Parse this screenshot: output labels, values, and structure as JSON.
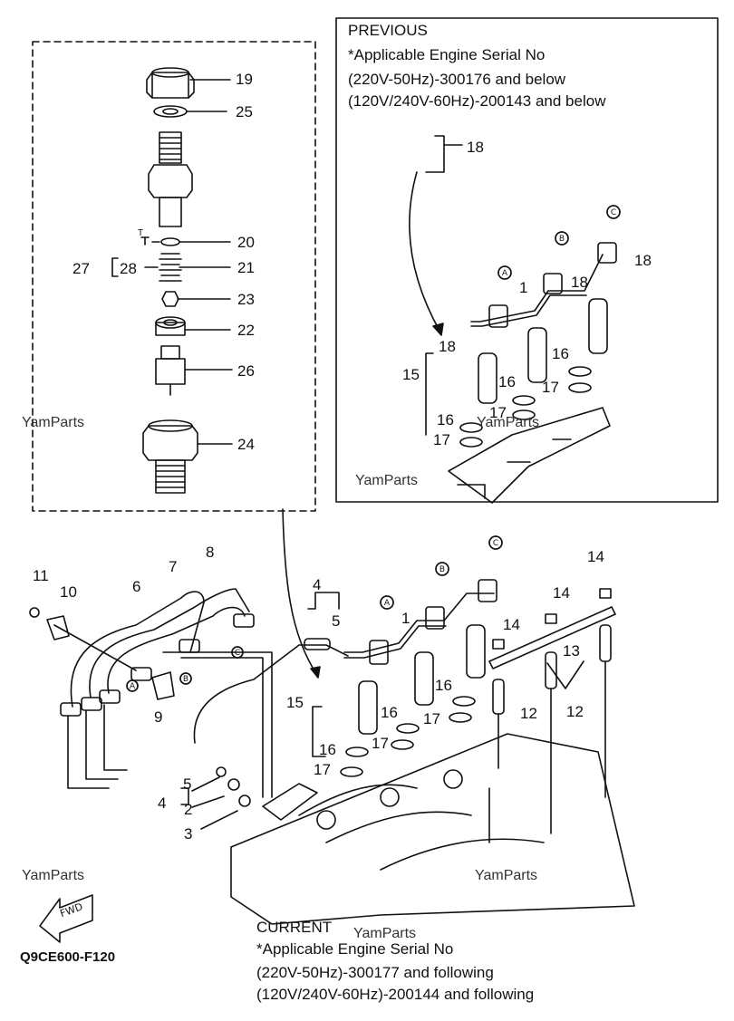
{
  "previous_box": {
    "heading": "PREVIOUS",
    "lines": [
      "*Applicable Engine Serial No",
      "(220V-50Hz)-300176 and below",
      "(120V/240V-60Hz)-200143 and below"
    ]
  },
  "current_box": {
    "heading": "CURRENT",
    "lines": [
      "*Applicable Engine Serial No",
      "(220V-50Hz)-300177 and following",
      "(120V/240V-60Hz)-200144 and following"
    ]
  },
  "diagram_code": "Q9CE600-F120",
  "fwd_label": "FWD",
  "watermark": "YamParts",
  "pipe_markers": [
    "A",
    "B",
    "C"
  ],
  "detail_labels": {
    "nut": "19",
    "washer": "25",
    "pin": "20",
    "spring": "21",
    "valve": "23",
    "seat": "22",
    "nozzle": "26",
    "retaining_nut": "24",
    "kit": "27",
    "assy": "28",
    "pin_mark": "T"
  },
  "previous_labels": {
    "group_18_top": "18",
    "pipe_1": "1",
    "label_18_a": "18",
    "label_18_b": "18",
    "label_18_c": "18",
    "label_15": "15",
    "label_16_a": "16",
    "label_16_b": "16",
    "label_16_c": "16",
    "label_17_a": "17",
    "label_17_b": "17",
    "label_17_c": "17"
  },
  "current_labels": {
    "l11": "11",
    "l10": "10",
    "l6": "6",
    "l7": "7",
    "l8": "8",
    "l9": "9",
    "l4_top": "4",
    "l5_top": "5",
    "l1": "1",
    "l15": "15",
    "l16_a": "16",
    "l16_b": "16",
    "l16_c": "16",
    "l17_a": "17",
    "l17_b": "17",
    "l17_c": "17",
    "l5_low": "5",
    "l4_low": "4",
    "l2": "2",
    "l3": "3",
    "l14_a": "14",
    "l14_b": "14",
    "l14_c": "14",
    "l13": "13",
    "l12_a": "12",
    "l12_b": "12"
  }
}
